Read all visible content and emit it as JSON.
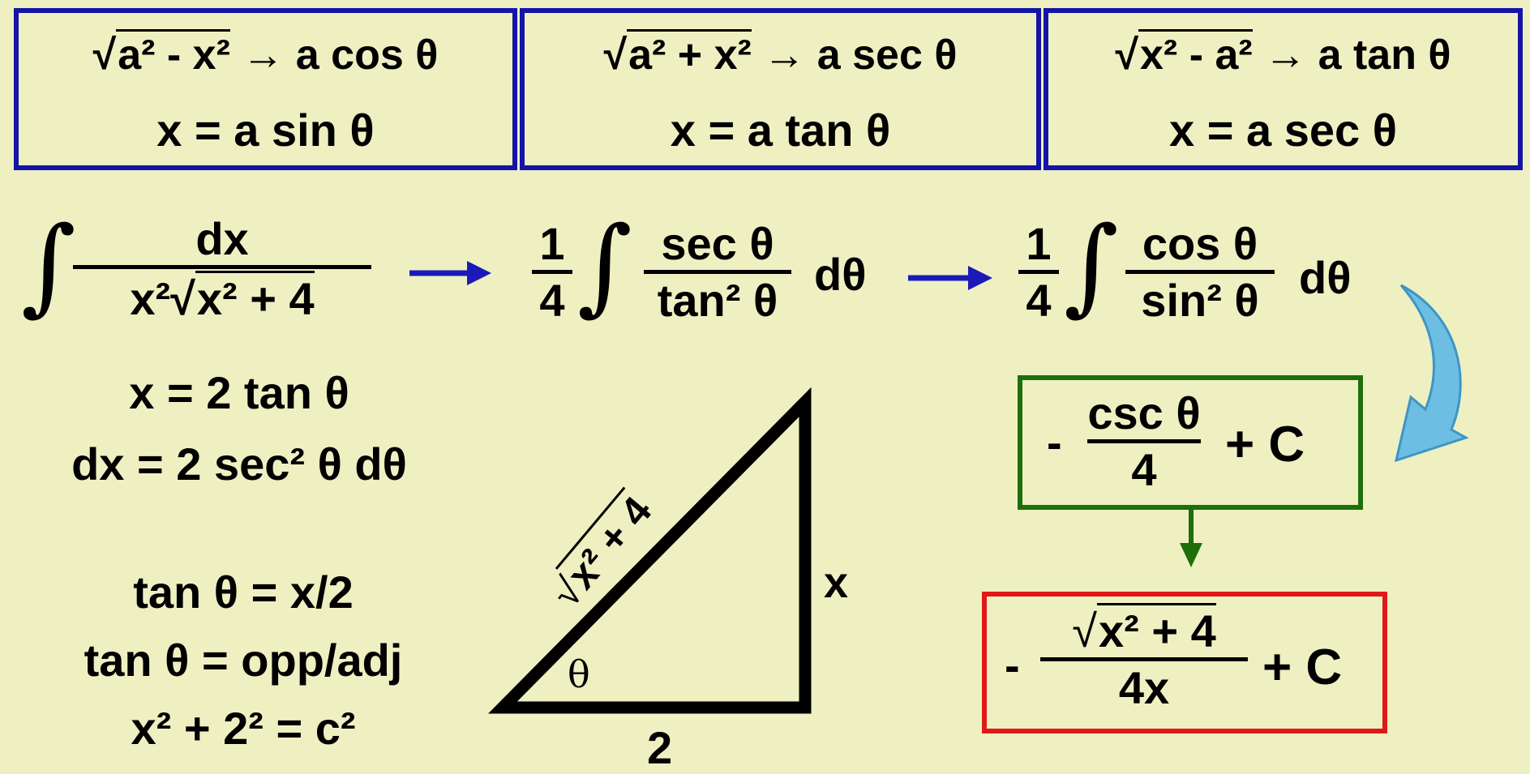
{
  "substitutions": [
    {
      "form": "√a² - x² → a cos θ",
      "radicand": "a² - x²",
      "result": "a cos θ",
      "sub": "x = a sin θ"
    },
    {
      "form": "√a² + x² → a sec θ",
      "radicand": "a² + x²",
      "result": "a sec θ",
      "sub": "x = a tan θ"
    },
    {
      "form": "√x² - a² → a tan θ",
      "radicand": "x² - a²",
      "result": "a tan θ",
      "sub": "x = a sec θ"
    }
  ],
  "integral": {
    "numerator": "dx",
    "denominator_prefix": "x²",
    "denominator_radicand": "x² + 4",
    "step1": {
      "coef_num": "1",
      "coef_den": "4",
      "num": "sec θ",
      "den": "tan² θ",
      "d": "dθ"
    },
    "step2": {
      "coef_num": "1",
      "coef_den": "4",
      "num": "cos θ",
      "den": "sin² θ",
      "d": "dθ"
    }
  },
  "setup": {
    "line1": "x = 2 tan θ",
    "line2": "dx = 2 sec² θ dθ"
  },
  "relations": {
    "line1": "tan θ = x/2",
    "line2": "tan θ = opp/adj",
    "line3": "x² + 2² = c²"
  },
  "triangle": {
    "hypotenuse": "x² + 4",
    "opposite": "x",
    "adjacent": "2",
    "angle": "θ"
  },
  "result1": {
    "sign": "-",
    "num": "csc θ",
    "den": "4",
    "tail": "+ C"
  },
  "result2": {
    "sign": "-",
    "num_radicand": "x² + 4",
    "den": "4x",
    "tail": "+ C"
  },
  "colors": {
    "background": "#eef0c2",
    "box_blue": "#1414a8",
    "arrow_blue": "#1a1ab8",
    "green": "#1e6e0a",
    "red": "#e01818",
    "curved_arrow": "#5ab4dc"
  }
}
